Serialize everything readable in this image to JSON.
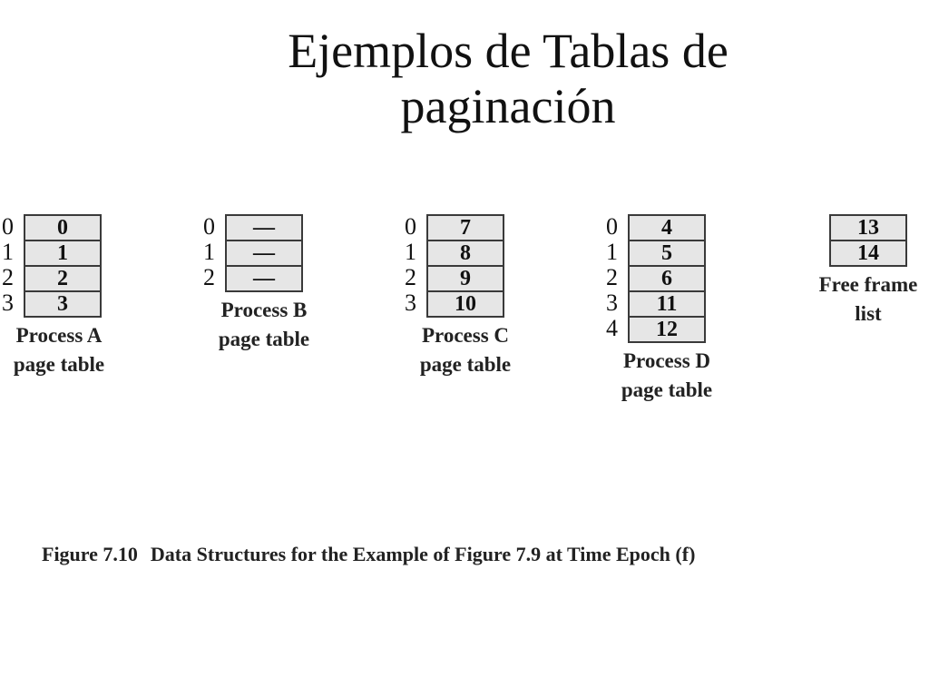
{
  "title": {
    "line1": "Ejemplos de Tablas de",
    "line2": "paginación"
  },
  "tables": [
    {
      "indices": [
        "0",
        "1",
        "2",
        "3"
      ],
      "frames": [
        "0",
        "1",
        "2",
        "3"
      ],
      "caption_line1": "Process A",
      "caption_line2": "page table"
    },
    {
      "indices": [
        "0",
        "1",
        "2"
      ],
      "frames": [
        "—",
        "—",
        "—"
      ],
      "caption_line1": "Process B",
      "caption_line2": "page table"
    },
    {
      "indices": [
        "0",
        "1",
        "2",
        "3"
      ],
      "frames": [
        "7",
        "8",
        "9",
        "10"
      ],
      "caption_line1": "Process C",
      "caption_line2": "page table"
    },
    {
      "indices": [
        "0",
        "1",
        "2",
        "3",
        "4"
      ],
      "frames": [
        "4",
        "5",
        "6",
        "11",
        "12"
      ],
      "caption_line1": "Process D",
      "caption_line2": "page table"
    }
  ],
  "free_frame_list": {
    "frames": [
      "13",
      "14"
    ],
    "caption_line1": "Free frame",
    "caption_line2": "list"
  },
  "figure_caption": {
    "label": "Figure 7.10",
    "text": "Data Structures for the Example of Figure 7.9 at Time Epoch (f)"
  },
  "colors": {
    "cell_fill": "#e6e6e6",
    "cell_border": "#3a3a3a",
    "text": "#111111"
  }
}
